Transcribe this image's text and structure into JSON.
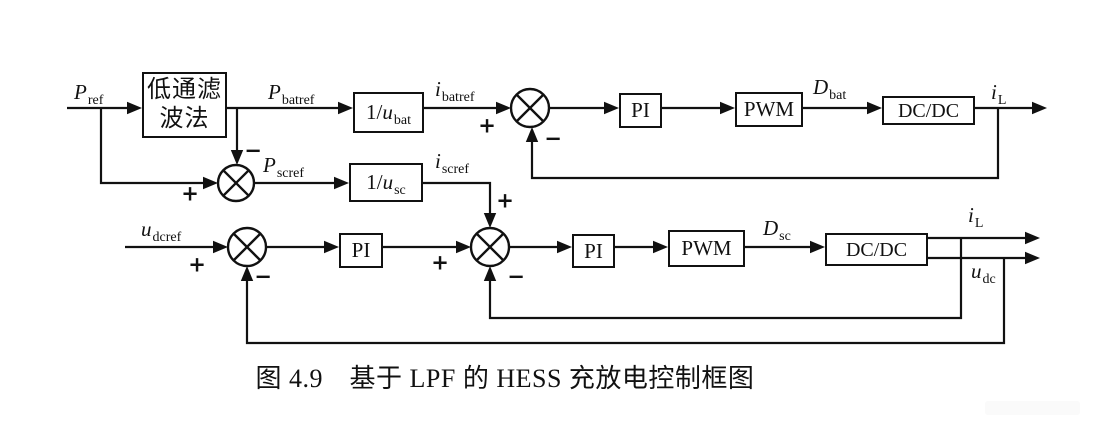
{
  "caption": "图 4.9　基于 LPF 的 HESS 充放电控制框图",
  "colors": {
    "line": "#111111",
    "background": "#ffffff"
  },
  "signs": {
    "plus": "+",
    "minus": "−"
  },
  "blocks": {
    "lpf_line1": "低通滤",
    "lpf_line2": "波法",
    "inv_ubat": {
      "pre": "1/",
      "main": "u",
      "sub": "bat"
    },
    "inv_usc": {
      "pre": "1/",
      "main": "u",
      "sub": "sc"
    },
    "pi_bat": "PI",
    "pi_udc": "PI",
    "pi_isc": "PI",
    "pwm_bat": "PWM",
    "pwm_sc": "PWM",
    "dcdc_bat": "DC/DC",
    "dcdc_sc": "DC/DC"
  },
  "signals": {
    "p_ref": {
      "main": "P",
      "sub": "ref"
    },
    "p_batref": {
      "main": "P",
      "sub": "batref"
    },
    "p_scref": {
      "main": "P",
      "sub": "scref"
    },
    "i_batref": {
      "main": "i",
      "sub": "batref"
    },
    "i_scref": {
      "main": "i",
      "sub": "scref"
    },
    "u_dcref": {
      "main": "u",
      "sub": "dcref"
    },
    "d_bat": {
      "main": "D",
      "sub": "bat"
    },
    "d_sc": {
      "main": "D",
      "sub": "sc"
    },
    "i_l_bat": {
      "main": "i",
      "sub": "L"
    },
    "i_l_sc": {
      "main": "i",
      "sub": "L"
    },
    "u_dc": {
      "main": "u",
      "sub": "dc"
    }
  }
}
